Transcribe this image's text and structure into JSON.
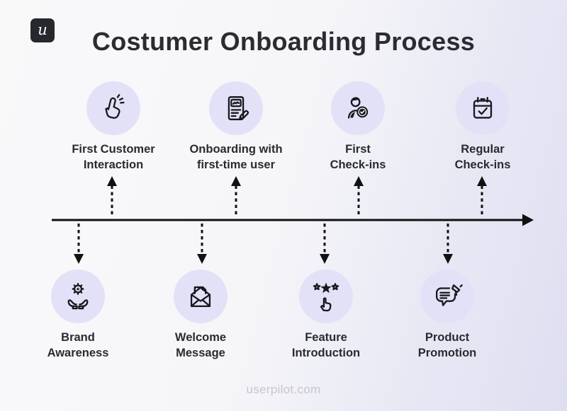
{
  "header": {
    "logo_letter": "u",
    "title": "Costumer Onboarding Process"
  },
  "footer": {
    "website": "userpilot.com"
  },
  "colors": {
    "background_left": "#f9f9fa",
    "background_right": "#dedef1",
    "icon_circle": "#e3e1f7",
    "icon_stroke": "#17171c",
    "text": "#2a2a31",
    "timeline": "#111111",
    "logo_background": "#26282d",
    "footer_text": "#c7c7ca"
  },
  "timeline": {
    "direction": "left-to-right",
    "top_items": [
      {
        "line1": "First Customer",
        "line2": "Interaction",
        "icon": "tap-click-icon"
      },
      {
        "line1": "Onboarding with",
        "line2": "first-time user",
        "icon": "contract-signing-icon"
      },
      {
        "line1": "First",
        "line2": "Check-ins",
        "icon": "user-check-icon"
      },
      {
        "line1": "Regular",
        "line2": "Check-ins",
        "icon": "calendar-check-icon"
      }
    ],
    "bottom_items": [
      {
        "line1": "Brand",
        "line2": "Awareness",
        "icon": "hands-gear-icon"
      },
      {
        "line1": "Welcome",
        "line2": "Message",
        "icon": "open-envelope-icon"
      },
      {
        "line1": "Feature",
        "line2": "Introduction",
        "icon": "star-tap-icon"
      },
      {
        "line1": "Product",
        "line2": "Promotion",
        "icon": "chat-megaphone-icon"
      }
    ]
  }
}
